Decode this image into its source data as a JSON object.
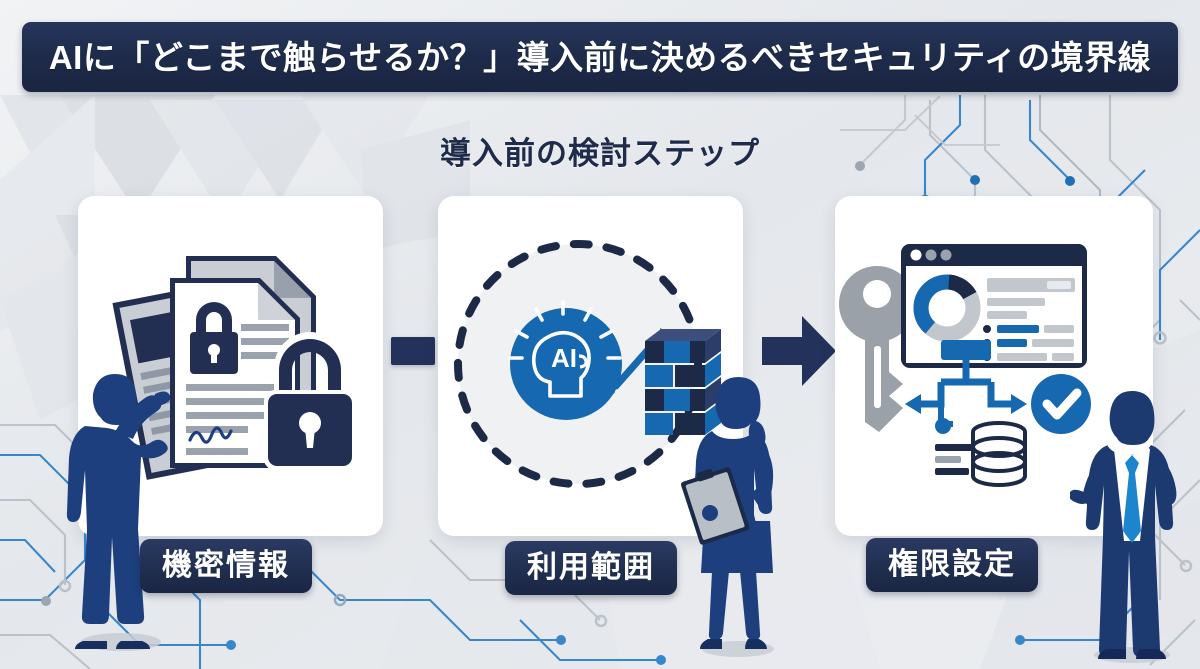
{
  "header": {
    "title": "AIに「どこまで触らせるか？」導入前に決めるべきセキュリティの境界線"
  },
  "subtitle": "導入前の検討ステップ",
  "steps": [
    {
      "index": 1,
      "label": "機密情報",
      "icon": "locked-documents-icon",
      "person": "businessman-pointing-silhouette"
    },
    {
      "index": 2,
      "label": "利用範囲",
      "icon": "ai-boundary-firewall-icon",
      "badge_text": "AI",
      "person": "businesswoman-clipboard-silhouette"
    },
    {
      "index": 3,
      "label": "権限設定",
      "icon": "key-dashboard-permissions-icon",
      "person": "businessman-checkmark-silhouette"
    }
  ],
  "connectors": [
    {
      "from": 1,
      "to": 2,
      "type": "bar-connector"
    },
    {
      "from": 2,
      "to": 3,
      "type": "arrow-right"
    }
  ],
  "colors": {
    "navy_dark": "#1d2a49",
    "navy_mid": "#23325a",
    "navy_panel_label": "#1f2d4e",
    "accent_blue": "#1668b0",
    "accent_blue_light": "#2a86cc",
    "figure_blue": "#1d3f7e",
    "gray_key": "#9aa1a9",
    "gray_line": "#b5bcc4",
    "gray_line_light": "#d3d8de",
    "background_light": "#eaecef",
    "white": "#ffffff"
  }
}
